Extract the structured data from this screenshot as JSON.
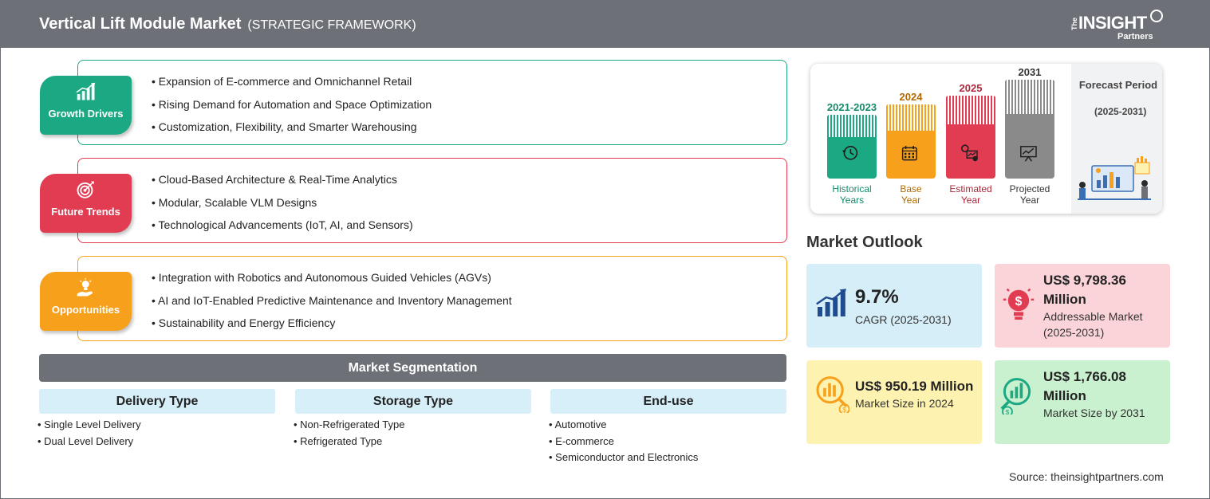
{
  "header": {
    "title": "Vertical Lift Module Market",
    "subtitle": "(STRATEGIC FRAMEWORK)",
    "logo_the": "The",
    "logo_main": "INSIGHT",
    "logo_sub": "Partners"
  },
  "framework": [
    {
      "label": "Growth Drivers",
      "icon": "growth-chart-icon",
      "color": "#1ba983",
      "items": [
        "Expansion of E-commerce and Omnichannel Retail",
        "Rising Demand for Automation and Space Optimization",
        "Customization, Flexibility, and Smarter Warehousing"
      ]
    },
    {
      "label": "Future Trends",
      "icon": "target-icon",
      "color": "#e23c52",
      "items": [
        "Cloud-Based Architecture & Real-Time Analytics",
        "Modular, Scalable VLM Designs",
        "Technological Advancements (IoT, AI, and Sensors)"
      ]
    },
    {
      "label": "Opportunities",
      "icon": "lightbulb-hand-icon",
      "color": "#f6a01c",
      "items": [
        "Integration with Robotics and Autonomous Guided Vehicles (AGVs)",
        "AI and IoT-Enabled Predictive Maintenance and Inventory Management",
        "Sustainability and Energy Efficiency"
      ]
    }
  ],
  "segmentation": {
    "title": "Market Segmentation",
    "columns": [
      {
        "heading": "Delivery Type",
        "items": [
          "Single Level Delivery",
          "Dual Level Delivery"
        ]
      },
      {
        "heading": "Storage Type",
        "items": [
          "Non-Refrigerated Type",
          "Refrigerated Type"
        ]
      },
      {
        "heading": "End-use",
        "items": [
          "Automotive",
          "E-commerce",
          "Semiconductor and Electronics"
        ]
      }
    ]
  },
  "timeline": {
    "bars": [
      {
        "year": "2021-2023",
        "label": [
          "Historical",
          "Years"
        ],
        "color": "#1ba983",
        "label_color": "#168a6b",
        "icon": "history-icon"
      },
      {
        "year": "2024",
        "label": [
          "Base",
          "Year"
        ],
        "color": "#f6a01c",
        "label_color": "#b26a00",
        "icon": "calendar-icon"
      },
      {
        "year": "2025",
        "label": [
          "Estimated",
          "Year"
        ],
        "color": "#e23c52",
        "label_color": "#b0263a",
        "icon": "estimate-icon"
      },
      {
        "year": "2031",
        "label": [
          "Projected",
          "Year"
        ],
        "color": "#8a8a8a",
        "label_color": "#333333",
        "icon": "projection-icon"
      }
    ],
    "forecast_label": "Forecast Period",
    "forecast_years": "(2025-2031)"
  },
  "outlook": {
    "title": "Market Outlook",
    "cards": [
      {
        "value": "9.7%",
        "caption": "CAGR (2025-2031)",
        "bg": "#d6eef8",
        "icon": "growth-chart-icon",
        "icon_color": "#1f4b8f"
      },
      {
        "value": "US$ 9,798.36 Million",
        "caption": "Addressable Market (2025-2031)",
        "bg": "#fbd4d9",
        "icon": "lightbulb-money-icon",
        "icon_color": "#e23c52"
      },
      {
        "value": "US$ 950.19 Million",
        "caption": "Market Size in 2024",
        "bg": "#fdf2b0",
        "icon": "money-chart-icon",
        "icon_color": "#f6a01c"
      },
      {
        "value": "US$ 1,766.08 Million",
        "caption": "Market Size by 2031",
        "bg": "#c9f0cf",
        "icon": "money-growth-icon",
        "icon_color": "#1ba983"
      }
    ]
  },
  "source": "Source: theinsightpartners.com"
}
